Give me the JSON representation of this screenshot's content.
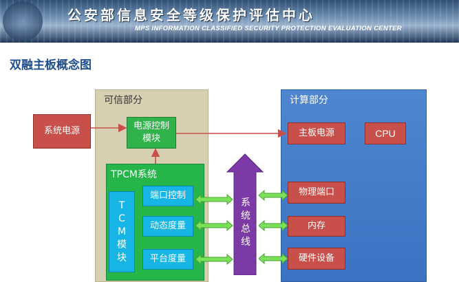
{
  "banner": {
    "title_cn": "公安部信息安全等级保护评估中心",
    "title_en": "MPS INFORMATION CLASSIFIED SECURITY PROTECTION EVALUATION CENTER"
  },
  "page_title": "双融主板概念图",
  "trusted_panel": {
    "label": "可信部分"
  },
  "compute_panel": {
    "label": "计算部分"
  },
  "nodes": {
    "system_power": "系统电源",
    "power_control": "电源控制模块",
    "tpcm": "TPCM系统",
    "tcm_module": "TCM模块",
    "port_control": "端口控制",
    "dynamic_measure": "动态度量",
    "platform_measure": "平台度量",
    "system_bus": "系统总线",
    "board_power": "主板电源",
    "cpu": "CPU",
    "physical_port": "物理端口",
    "memory": "内存",
    "hardware_device": "硬件设备"
  },
  "colors": {
    "red_box": "#c9504a",
    "green_box": "#2fb34a",
    "cyan_box": "#17b4e6",
    "trusted_bg": "#d6cfb1",
    "compute_bg": "#3b73c1",
    "bus": "#7b3aa5",
    "arrow_green": "#7be05a"
  }
}
